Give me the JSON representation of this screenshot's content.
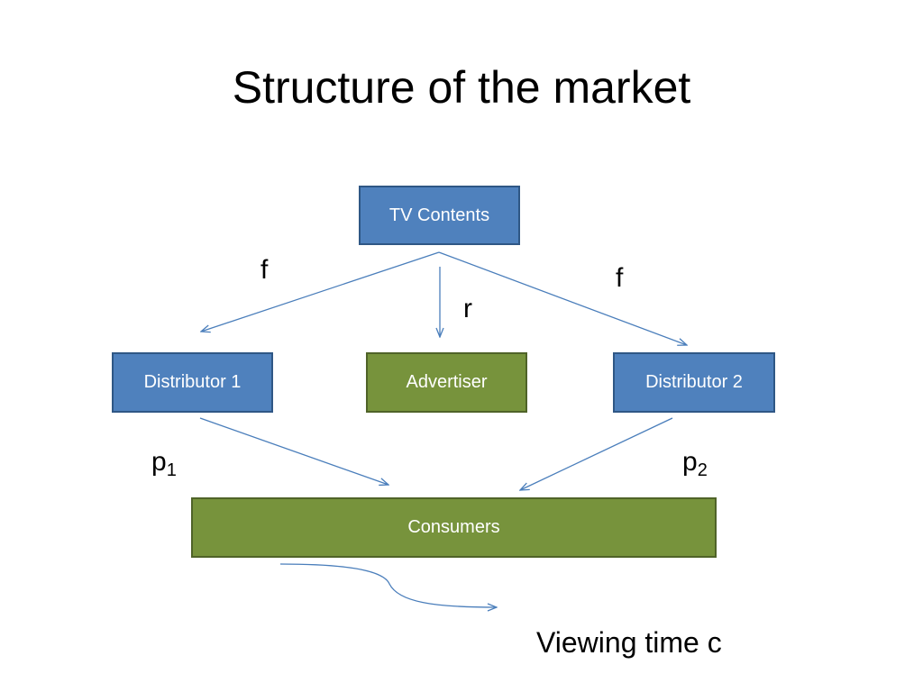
{
  "title": "Structure of the market",
  "colors": {
    "blue_fill": "#4f81bd",
    "green_fill": "#77933c",
    "arrow": "#4a7ebb"
  },
  "nodes": {
    "tv_contents": "TV Contents",
    "distributor_1": "Distributor 1",
    "advertiser": "Advertiser",
    "distributor_2": "Distributor 2",
    "consumers": "Consumers"
  },
  "labels": {
    "f_left": "f",
    "f_right": "f",
    "r": "r",
    "p1_base": "p",
    "p1_sub": "1",
    "p2_base": "p",
    "p2_sub": "2",
    "viewing_time": "Viewing time c"
  }
}
